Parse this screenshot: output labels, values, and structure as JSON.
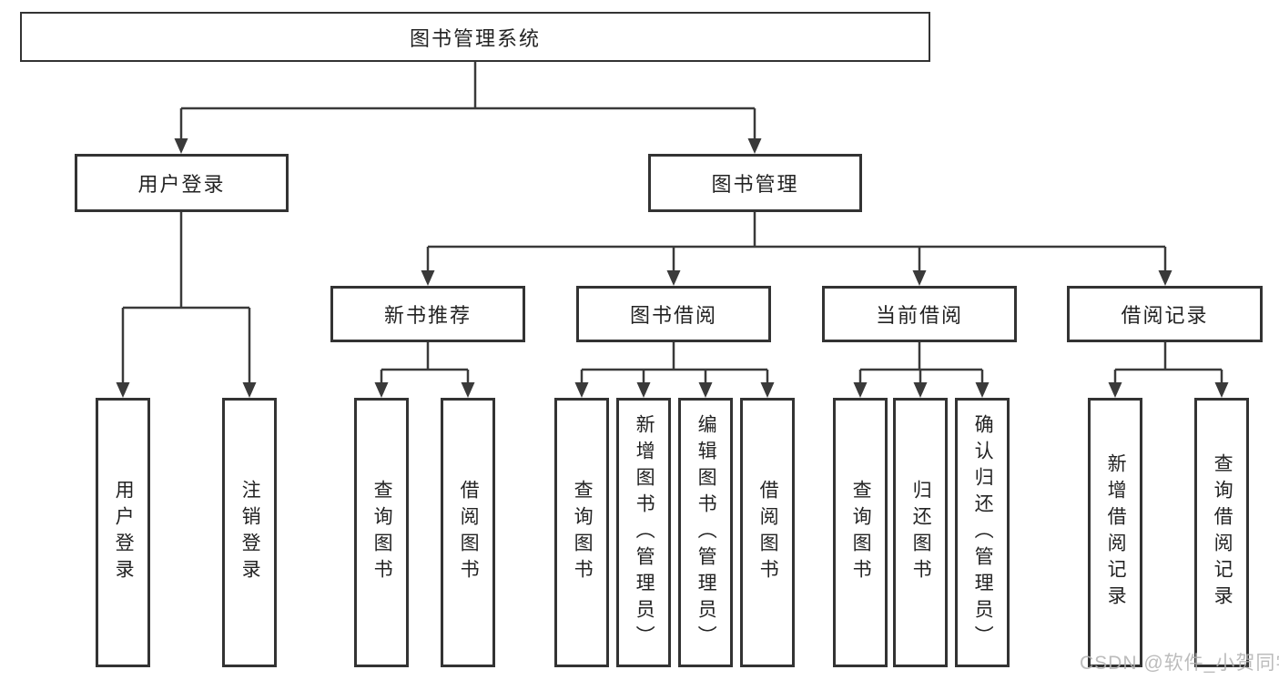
{
  "diagram": {
    "root": {
      "label": "图书管理系统"
    },
    "branches": [
      {
        "label": "用户登录",
        "children": [
          {
            "label": "用户登录"
          },
          {
            "label": "注销登录"
          }
        ]
      },
      {
        "label": "图书管理",
        "children": [
          {
            "label": "新书推荐",
            "children": [
              {
                "label": "查询图书"
              },
              {
                "label": "借阅图书"
              }
            ]
          },
          {
            "label": "图书借阅",
            "children": [
              {
                "label": "查询图书"
              },
              {
                "label": "新增图书（管理员）"
              },
              {
                "label": "编辑图书（管理员）"
              },
              {
                "label": "借阅图书"
              }
            ]
          },
          {
            "label": "当前借阅",
            "children": [
              {
                "label": "查询图书"
              },
              {
                "label": "归还图书"
              },
              {
                "label": "确认归还（管理员）"
              }
            ]
          },
          {
            "label": "借阅记录",
            "children": [
              {
                "label": "新增借阅记录"
              },
              {
                "label": "查询借阅记录"
              }
            ]
          }
        ]
      }
    ]
  },
  "watermark": {
    "text": "CSDN @软件_小贺同学"
  },
  "colors": {
    "line": "#3a3a3a",
    "box-border": "#333333",
    "box-bg": "#ffffff",
    "text": "#232323",
    "watermark": "#b3b3b3"
  }
}
